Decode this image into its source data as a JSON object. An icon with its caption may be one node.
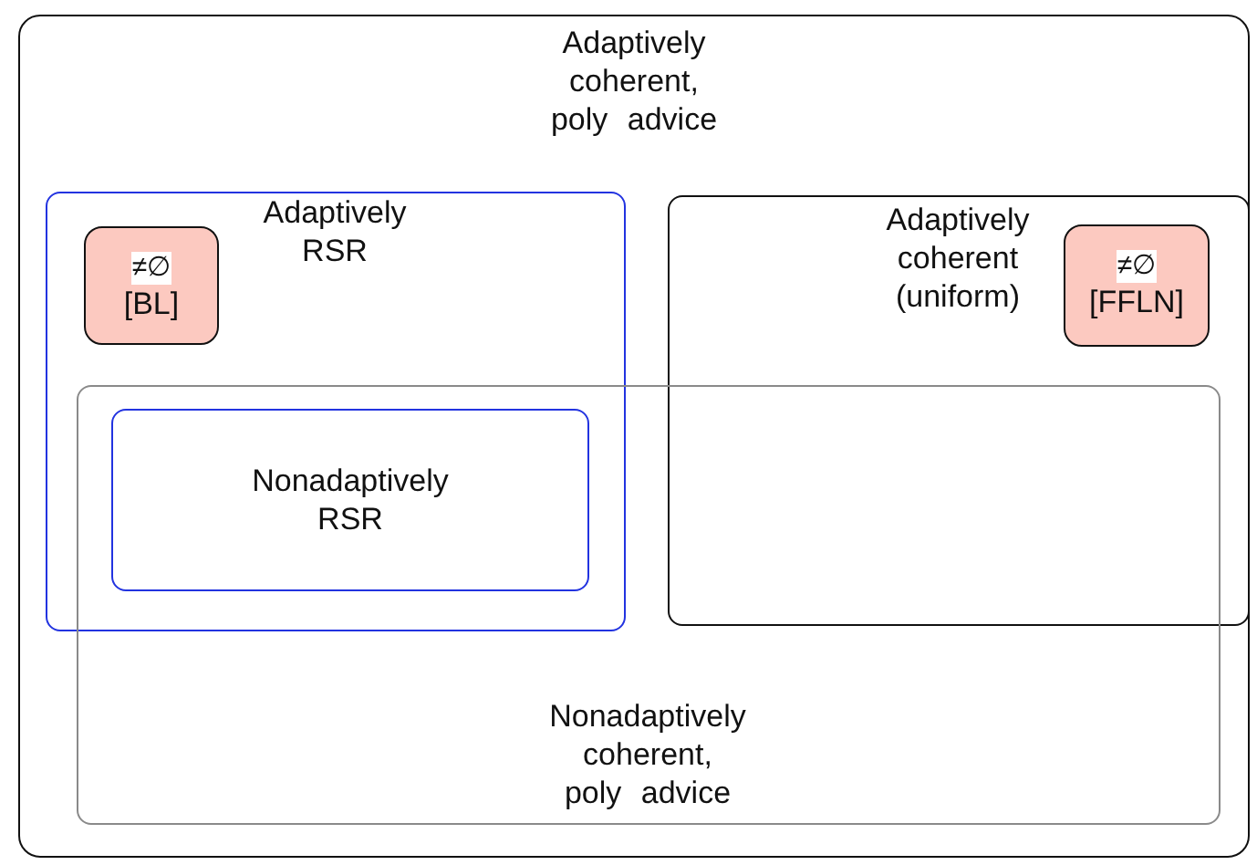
{
  "diagram": {
    "nodes": [
      {
        "text": [
          "Adaptively coherent, poly advice"
        ]
      },
      {
        "text": [
          "Adaptively RSR"
        ],
        "in": 0
      },
      {
        "text": [
          "≠∅",
          "[BL]"
        ],
        "in": 1
      },
      {
        "text": [
          "Adaptively coherent (uniform)"
        ],
        "in": 0
      },
      {
        "text": [
          "≠∅",
          "[FFLN]"
        ],
        "in": 3
      },
      {
        "text": [
          "Nonadaptively coherent, poly advice"
        ],
        "in": 0
      },
      {
        "text": [
          "Nonadaptively RSR"
        ]
      }
    ]
  }
}
